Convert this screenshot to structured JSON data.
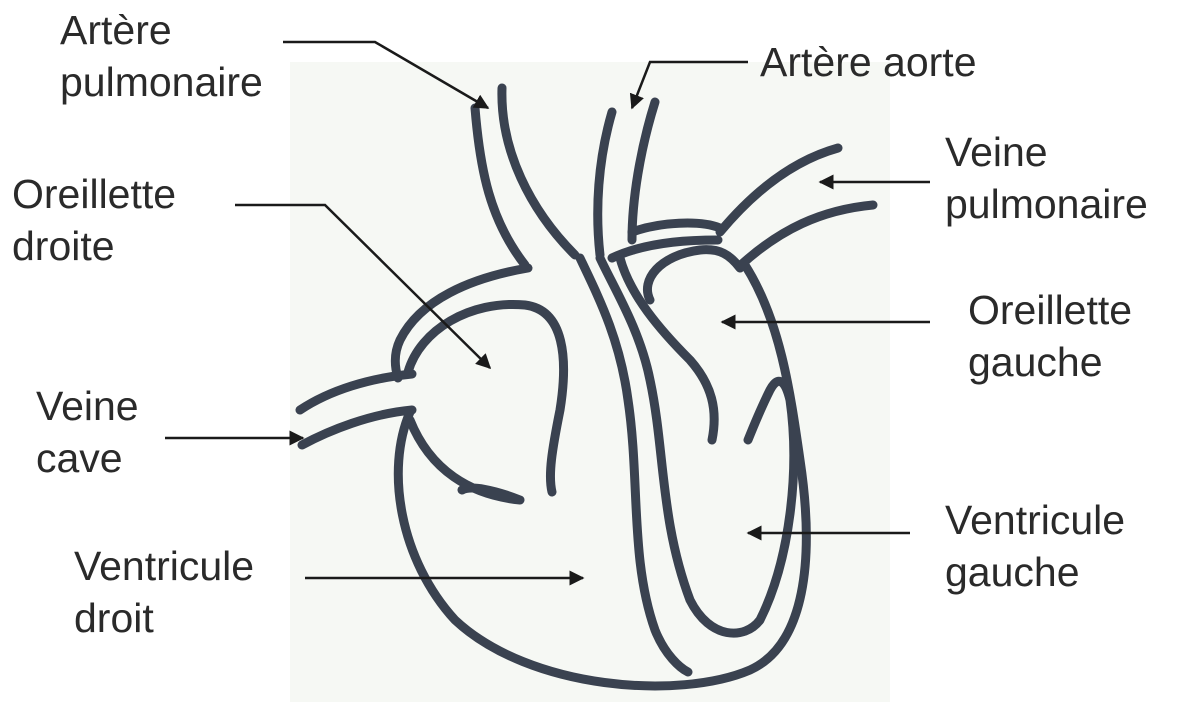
{
  "labels": {
    "pulmonary_artery": {
      "line1": "Artère",
      "line2": "pulmonaire"
    },
    "aorta": {
      "line1": "Artère aorte"
    },
    "pulmonary_vein": {
      "line1": "Veine",
      "line2": "pulmonaire"
    },
    "right_atrium": {
      "line1": "Oreillette",
      "line2": "droite"
    },
    "left_atrium": {
      "line1": "Oreillette",
      "line2": "gauche"
    },
    "vena_cava": {
      "line1": "Veine",
      "line2": "cave"
    },
    "right_ventricle": {
      "line1": "Ventricule",
      "line2": "droit"
    },
    "left_ventricle": {
      "line1": "Ventricule",
      "line2": "gauche"
    }
  },
  "colors": {
    "stroke": "#3a4250",
    "paper": "#f6f8f4",
    "text": "#2a2a2a"
  }
}
